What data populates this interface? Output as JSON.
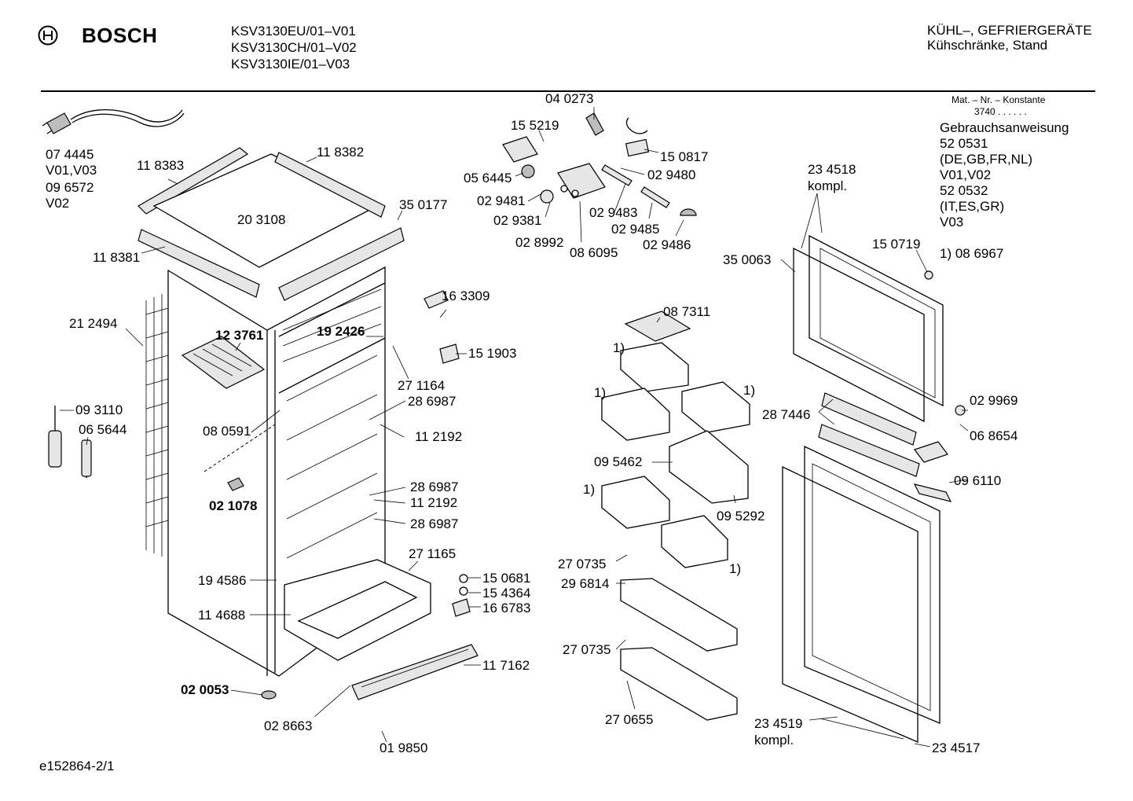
{
  "header": {
    "brand": "BOSCH",
    "models": [
      "KSV3130EU/01–V01",
      "KSV3130CH/01–V02",
      "KSV3130IE/01–V03"
    ],
    "category": "KÜHL–, GEFRIERGERÄTE",
    "subcategory": "Kühschränke, Stand"
  },
  "constants": {
    "mat_label": "Mat. – Nr. – Konstante",
    "mat_value": "3740 . . . . . .",
    "manual_lines": [
      "Gebrauchsanweisung",
      "52 0531",
      "(DE,GB,FR,NL)",
      "V01,V02",
      "52 0532",
      "(IT,ES,GR)",
      "V03"
    ],
    "footnote": "1)  08 6967"
  },
  "footer": {
    "code": "e152864-2/1"
  },
  "labels": {
    "l074445": "07 4445",
    "v01v03": "V01,V03",
    "l096572": "09 6572",
    "v02": "V02",
    "l118383": "11 8383",
    "l118382": "11 8382",
    "l203108": "20 3108",
    "l350177": "35 0177",
    "l118381": "11 8381",
    "l212494": "21 2494",
    "l123761": "12 3761",
    "l192426": "19 2426",
    "l163309": "16 3309",
    "l151903": "15 1903",
    "l271164": "27 1164",
    "l093110": "09 3110",
    "l065644": "06 5644",
    "l080591": "08 0591",
    "l286987a": "28 6987",
    "l112192a": "11 2192",
    "l021078": "02 1078",
    "l286987b": "28 6987",
    "l112192b": "11 2192",
    "l286987c": "28 6987",
    "l271165": "27 1165",
    "l194586": "19 4586",
    "l114688": "11 4688",
    "l150681": "15 0681",
    "l154364": "15 4364",
    "l166783": "16 6783",
    "l117162": "11 7162",
    "l020053": "02 0053",
    "l028663": "02 8663",
    "l019850": "01 9850",
    "l040273": "04 0273",
    "l155219": "15 5219",
    "l150817": "15 0817",
    "l056445": "05 6445",
    "l029480": "02 9480",
    "l029481": "02 9481",
    "l029381": "02 9381",
    "l029483": "02 9483",
    "l029485": "02 9485",
    "l028992": "02 8992",
    "l086095": "08 6095",
    "l029486": "02 9486",
    "l087311": "08 7311",
    "fn1a": "1)",
    "fn1b": "1)",
    "fn1c": "1)",
    "fn1d": "1)",
    "fn1e": "1)",
    "l095462": "09 5462",
    "l095292": "09 5292",
    "l270735a": "27 0735",
    "l296814": "29 6814",
    "l270735b": "27 0735",
    "l270655": "27 0655",
    "l234518": "23 4518",
    "kompl1": "kompl.",
    "l350063": "35 0063",
    "l150719": "15 0719",
    "l287446": "28 7446",
    "l029969": "02 9969",
    "l068654": "06 8654",
    "l096110": "09 6110",
    "l234519": "23 4519",
    "kompl2": "kompl.",
    "l234517": "23 4517"
  }
}
